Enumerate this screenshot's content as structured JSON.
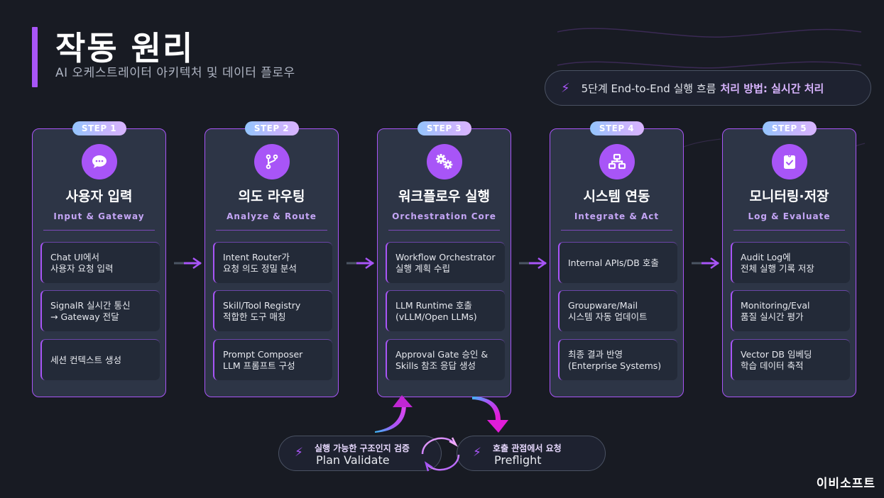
{
  "header": {
    "title": "작동 원리",
    "subtitle": "AI 오케스트레이터 아키텍처 및 데이터 플로우"
  },
  "flow_pill": {
    "icon": "lightning-icon",
    "text": "5단계 End-to-End 실행 흐름",
    "accent_text": "처리 방법: 실시간 처리"
  },
  "steps": [
    {
      "badge": "STEP 1",
      "icon": "chat-bubble-icon",
      "title": "사용자 입력",
      "subtitle": "Input & Gateway",
      "items": [
        "Chat UI에서\n사용자 요청 입력",
        "SignalR 실시간 통신\n→ Gateway 전달",
        "세션 컨텍스트 생성"
      ]
    },
    {
      "badge": "STEP 2",
      "icon": "git-branch-icon",
      "title": "의도 라우팅",
      "subtitle": "Analyze & Route",
      "items": [
        "Intent Router가\n요청 의도 정밀 분석",
        "Skill/Tool Registry\n적합한 도구 매칭",
        "Prompt Composer\nLLM 프롬프트 구성"
      ]
    },
    {
      "badge": "STEP 3",
      "icon": "gears-icon",
      "title": "워크플로우 실행",
      "subtitle": "Orchestration Core",
      "items": [
        "Workflow Orchestrator\n실행 계획 수립",
        "LLM Runtime 호출\n(vLLM/Open LLMs)",
        "Approval Gate 승인 &\nSkills 참조 응답 생성"
      ]
    },
    {
      "badge": "STEP 4",
      "icon": "network-icon",
      "title": "시스템 연동",
      "subtitle": "Integrate & Act",
      "items": [
        "Internal APIs/DB 호출",
        "Groupware/Mail\n시스템 자동 업데이트",
        "최종 결과 반영\n(Enterprise Systems)"
      ]
    },
    {
      "badge": "STEP 5",
      "icon": "clipboard-check-icon",
      "title": "모니터링·저장",
      "subtitle": "Log & Evaluate",
      "items": [
        "Audit Log에\n전체 실행 기록 저장",
        "Monitoring/Eval\n품질 실시간 평가",
        "Vector DB 임베딩\n학습 데이터 축적"
      ]
    }
  ],
  "loop": {
    "plan_validate": {
      "caption": "실행 가능한 구조인지 검증",
      "label": "Plan Validate"
    },
    "preflight": {
      "caption": "호출 관점에서 요청",
      "label": "Preflight"
    }
  },
  "brand": "이비소프트",
  "colors": {
    "background": "#181b23",
    "accent": "#a855f7",
    "card": "#2d3546",
    "accent_light": "#d8b4fe"
  }
}
